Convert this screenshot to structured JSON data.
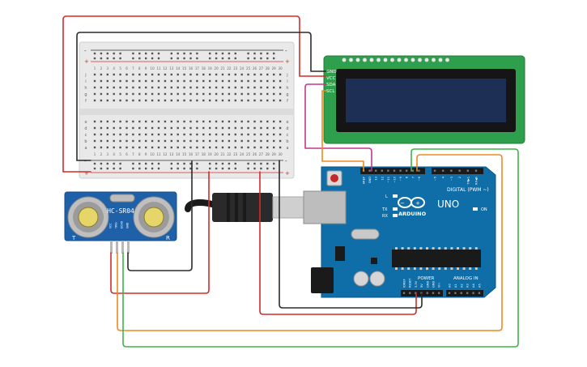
{
  "lcd": {
    "pins": [
      "GND",
      "VCC",
      "SDA",
      "SCL"
    ]
  },
  "sensor": {
    "model": "HC-SR04",
    "pins": [
      "VCC",
      "TRIG",
      "ECHO",
      "GND"
    ],
    "corner_left": "T",
    "corner_right": "R"
  },
  "arduino": {
    "brand": "ARDUINO",
    "model": "UNO",
    "digital_label": "DIGITAL (PWM ~)",
    "power_label": "POWER",
    "analog_label": "ANALOG IN",
    "on_label": "ON",
    "led_l": "L",
    "led_tx": "TX",
    "led_rx": "RX",
    "top_pins": [
      "AREF",
      "GND",
      "13",
      "12",
      "~11",
      "~10",
      "~9",
      "8",
      "7",
      "~6",
      "~5",
      "4",
      "~3",
      "2",
      "TX▶1",
      "RX◀0"
    ],
    "power_pins": [
      "IOREF",
      "RESET",
      "3.3V",
      "5V",
      "GND",
      "GND",
      "Vin"
    ],
    "analog_pins": [
      "A0",
      "A1",
      "A2",
      "A3",
      "A4",
      "A5"
    ]
  },
  "breadboard": {
    "row_letters_top": [
      "j",
      "i",
      "h",
      "g",
      "f"
    ],
    "row_letters_bottom": [
      "e",
      "d",
      "c",
      "b",
      "a"
    ],
    "rail_plus": "+",
    "rail_minus": "-",
    "columns": [
      "1",
      "2",
      "3",
      "4",
      "5",
      "6",
      "7",
      "8",
      "9",
      "10",
      "11",
      "12",
      "13",
      "14",
      "15",
      "16",
      "17",
      "18",
      "19",
      "20",
      "21",
      "22",
      "23",
      "24",
      "25",
      "26",
      "27",
      "28",
      "29",
      "30"
    ]
  },
  "colors": {
    "wire_red": "#d62b2b",
    "wire_black": "#2b2b2b",
    "wire_orange": "#f08a1c",
    "wire_green": "#3fb34a",
    "wire_magenta": "#c2378f",
    "board_blue": "#0f6ea8",
    "lcd_green": "#2e9f4c",
    "lcd_screen": "#1e2f55"
  }
}
